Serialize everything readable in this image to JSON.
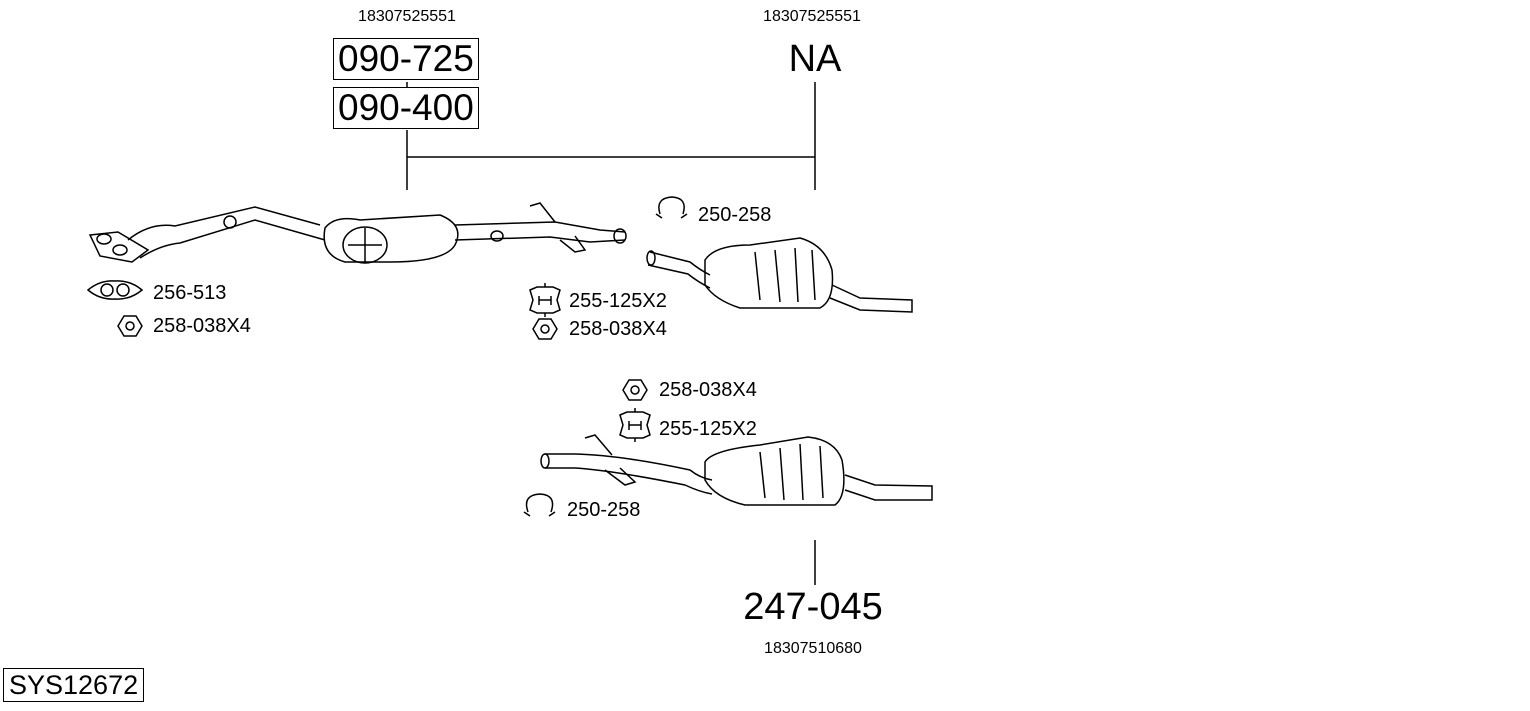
{
  "system_id": "SYS12672",
  "groups": [
    {
      "oe_number": "18307525551",
      "part_numbers": [
        "090-725",
        "090-400"
      ]
    },
    {
      "oe_number": "18307525551",
      "part_numbers": [
        "NA"
      ]
    },
    {
      "oe_number": "18307510680",
      "part_numbers": [
        "247-045"
      ]
    }
  ],
  "accessories": {
    "front_gasket": "256-513",
    "front_nut": "258-038X4",
    "mid_rubber": "255-125X2",
    "mid_nut": "258-038X4",
    "mid_clamp": "250-258",
    "rear_nut": "258-038X4",
    "rear_rubber": "255-125X2",
    "rear_clamp": "250-258"
  }
}
